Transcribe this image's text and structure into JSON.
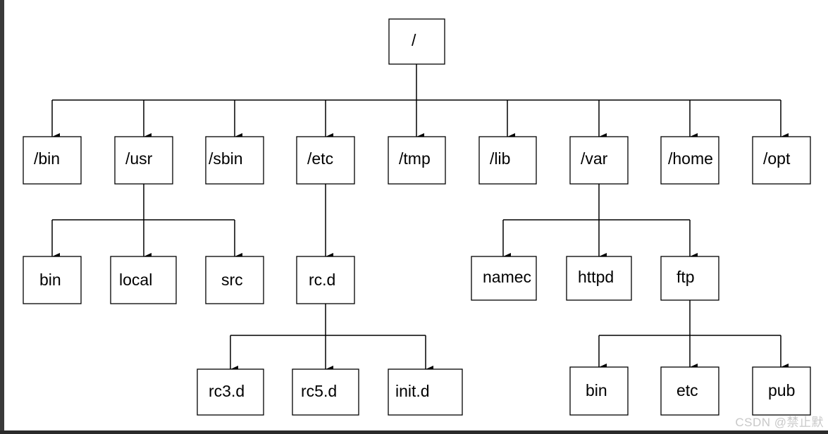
{
  "tree": {
    "root": {
      "label": "/"
    },
    "level1": [
      {
        "label": "/bin"
      },
      {
        "label": "/usr"
      },
      {
        "label": "/sbin"
      },
      {
        "label": "/etc"
      },
      {
        "label": "/tmp"
      },
      {
        "label": "/lib"
      },
      {
        "label": "/var"
      },
      {
        "label": "/home"
      },
      {
        "label": "/opt"
      }
    ],
    "usr_children": [
      {
        "label": "bin"
      },
      {
        "label": "local"
      },
      {
        "label": "src"
      }
    ],
    "etc_children": [
      {
        "label": "rc.d"
      }
    ],
    "rcd_children": [
      {
        "label": "rc3.d"
      },
      {
        "label": "rc5.d"
      },
      {
        "label": "init.d"
      }
    ],
    "var_children": [
      {
        "label": "namec"
      },
      {
        "label": "httpd"
      },
      {
        "label": "ftp"
      }
    ],
    "ftp_children": [
      {
        "label": "bin"
      },
      {
        "label": "etc"
      },
      {
        "label": "pub"
      }
    ]
  },
  "watermark": "CSDN @禁止默"
}
